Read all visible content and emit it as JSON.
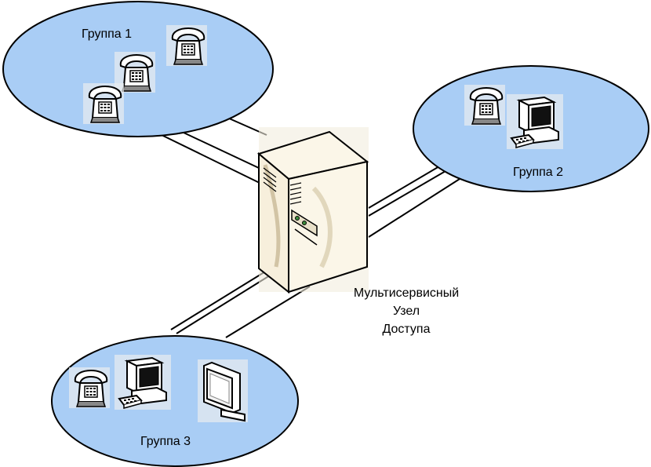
{
  "groups": [
    {
      "label": "Группа 1",
      "fill": "#a9cdf5"
    },
    {
      "label": "Группа 2",
      "fill": "#a9cdf5"
    },
    {
      "label": "Группа 3",
      "fill": "#a9cdf5"
    }
  ],
  "node": {
    "line1": "Мультисервисный",
    "line2": "Узел",
    "line3": "Доступа"
  },
  "devices": {
    "group1": [
      "phone-icon",
      "phone-icon",
      "phone-icon"
    ],
    "group2": [
      "phone-icon",
      "computer-icon"
    ],
    "group3": [
      "phone-icon",
      "computer-icon",
      "monitor-icon"
    ]
  },
  "colors": {
    "ellipse_fill": "#a9cdf5",
    "server_fill": "#fbf6e8",
    "line": "#000000"
  }
}
